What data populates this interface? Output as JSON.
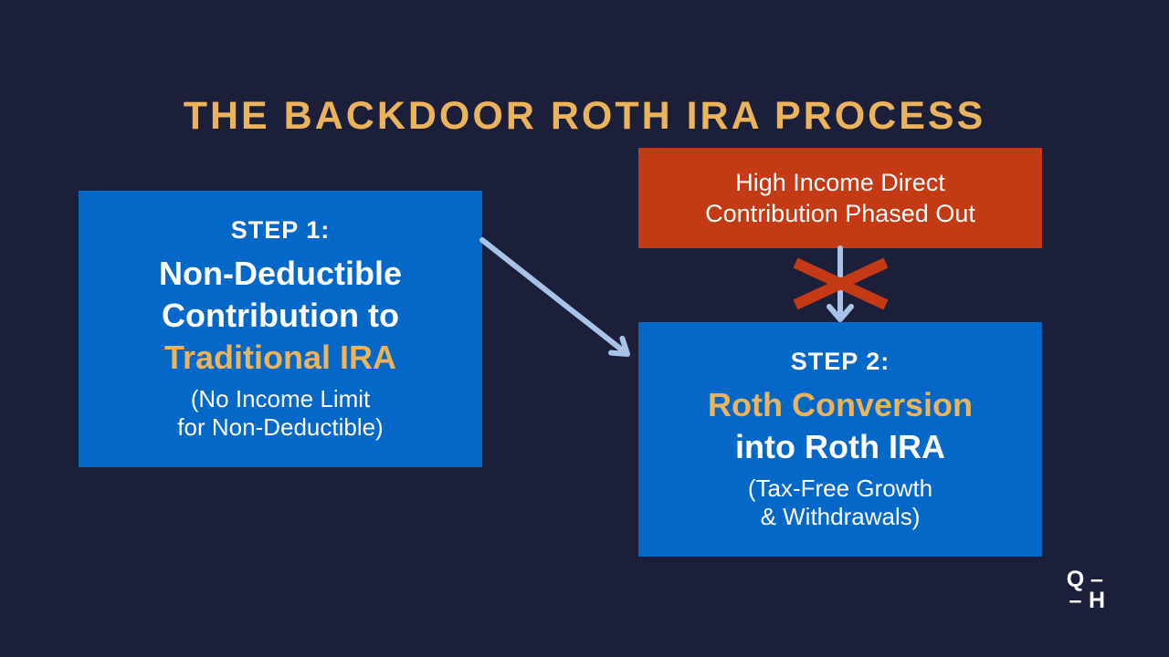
{
  "title": "THE BACKDOOR ROTH IRA PROCESS",
  "colors": {
    "background": "#1C1F39",
    "box_blue": "#0368C8",
    "box_red": "#C43A14",
    "accent_gold": "#EBB35C",
    "text_white": "#FFFFFF",
    "arrow_blue": "#A9C3E8",
    "x_mark_red": "#C43A14"
  },
  "step1": {
    "label": "STEP 1:",
    "line1": "Non-Deductible",
    "line2": "Contribution to",
    "highlight": "Traditional IRA",
    "note_line1": "(No Income Limit",
    "note_line2": "for Non-Deductible)"
  },
  "blocker": {
    "line1": "High Income Direct",
    "line2": "Contribution Phased Out"
  },
  "step2": {
    "label": "STEP 2:",
    "highlight": "Roth Conversion",
    "line2": "into Roth IRA",
    "note_line1": "(Tax-Free Growth",
    "note_line2": "& Withdrawals)"
  },
  "logo": {
    "q": "Q",
    "h": "H",
    "dash_top": "–",
    "dash_bottom": "–"
  }
}
